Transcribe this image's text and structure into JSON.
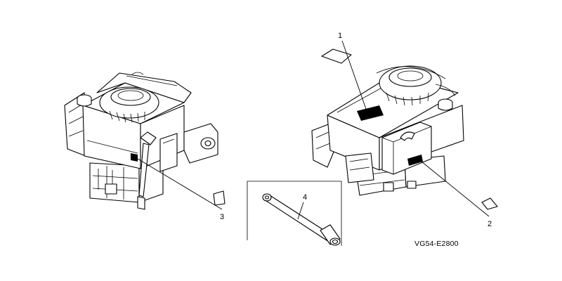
{
  "diagram": {
    "callouts": [
      {
        "number": "1"
      },
      {
        "number": "2"
      },
      {
        "number": "3"
      },
      {
        "number": "4"
      }
    ],
    "reference_code": "VG54-E2800"
  }
}
